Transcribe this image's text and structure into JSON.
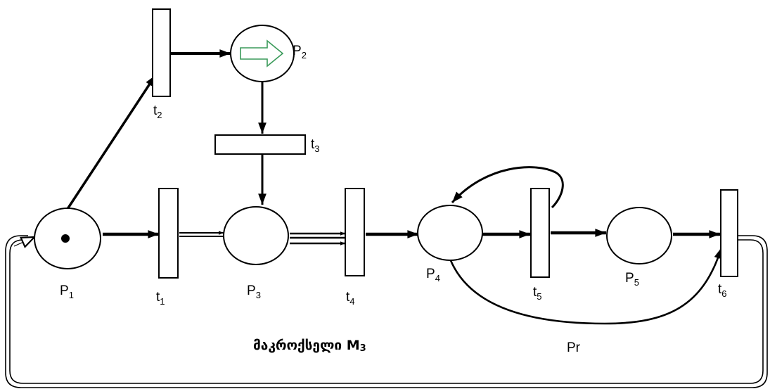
{
  "places": {
    "p1": {
      "name": "P",
      "sub": "1"
    },
    "p2": {
      "name": "P",
      "sub": "2"
    },
    "p3": {
      "name": "P",
      "sub": "3"
    },
    "p4": {
      "name": "P",
      "sub": "4"
    },
    "p5": {
      "name": "P",
      "sub": "5"
    }
  },
  "transitions": {
    "t1": {
      "name": "t",
      "sub": "1"
    },
    "t2": {
      "name": "t",
      "sub": "2"
    },
    "t3": {
      "name": "t",
      "sub": "3"
    },
    "t4": {
      "name": "t",
      "sub": "4"
    },
    "t5": {
      "name": "t",
      "sub": "5"
    },
    "t6": {
      "name": "t",
      "sub": "6"
    }
  },
  "arc_label": "Pr",
  "caption": {
    "text": "მაკროქსელი ",
    "macro": "M",
    "macro_sub": "3"
  },
  "colors": {
    "stroke": "#000000",
    "p2_arrow": "#3a9a5a",
    "background": "#ffffff"
  },
  "icons": {
    "p2_marker": "right-arrow-icon",
    "p1_token": "token-dot"
  }
}
